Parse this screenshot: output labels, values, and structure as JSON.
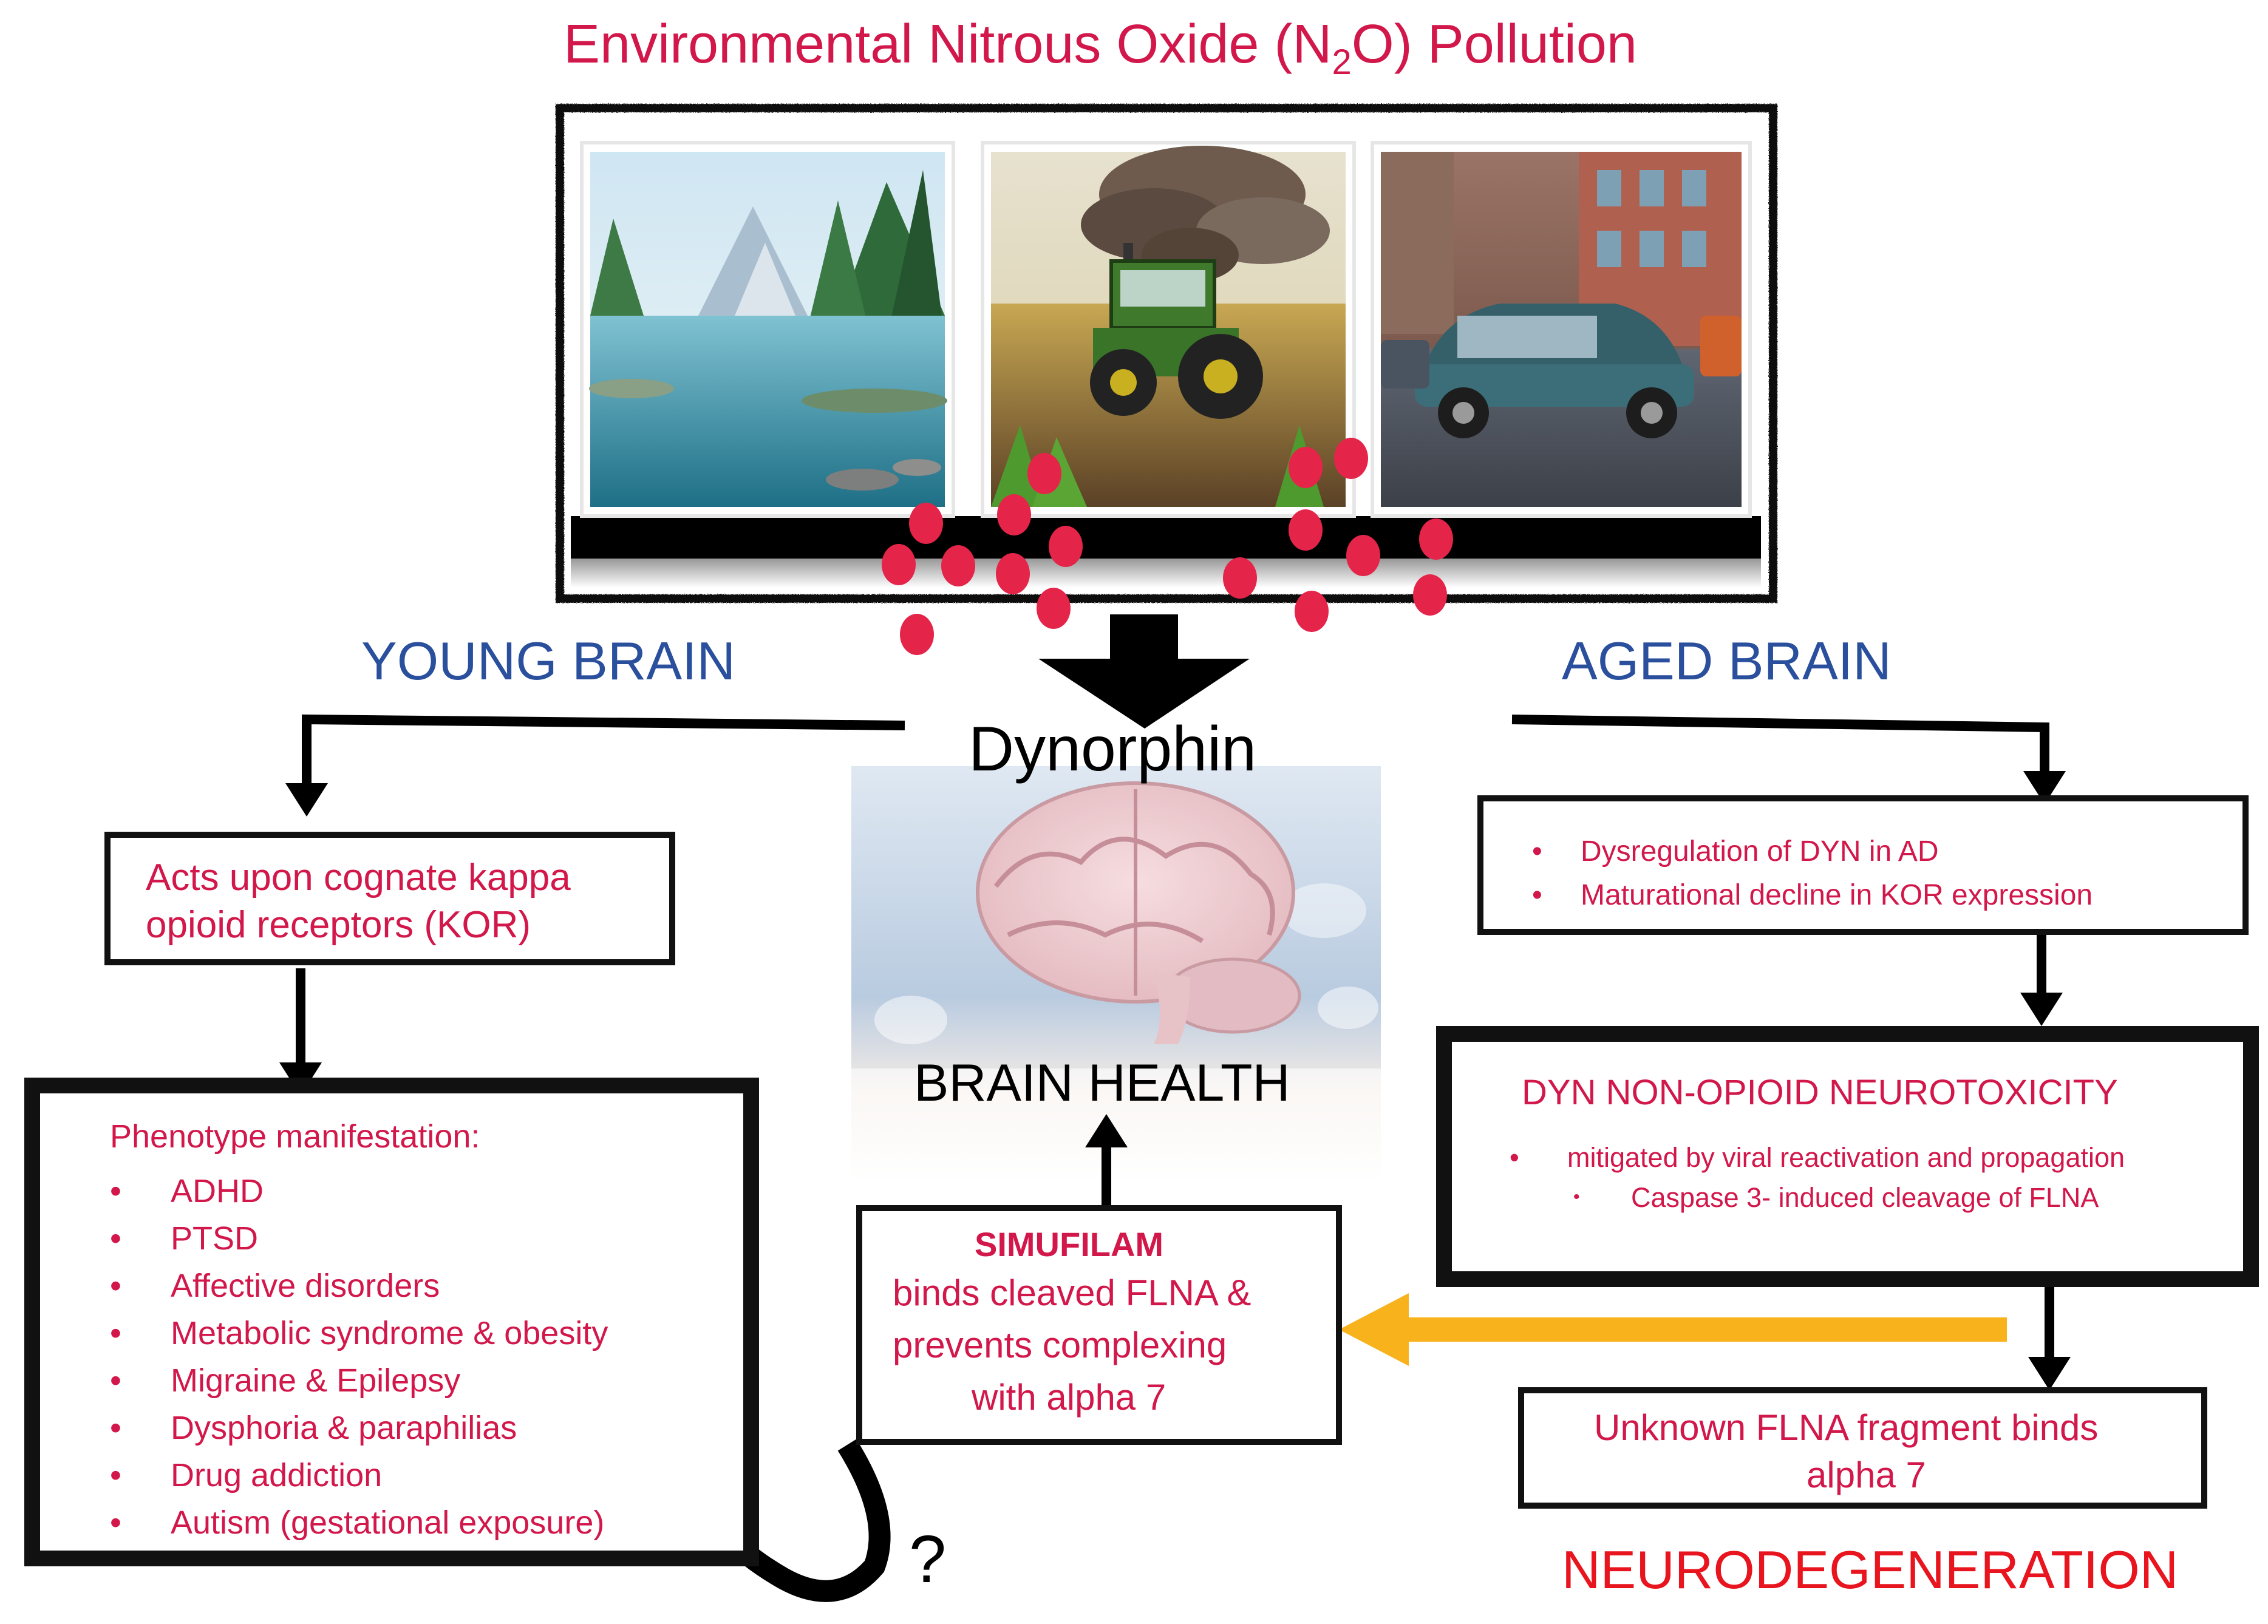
{
  "title": {
    "prefix": "Environmental Nitrous Oxide (N",
    "subscript": "2",
    "suffix": "O) Pollution"
  },
  "labels": {
    "young_brain": "YOUNG BRAIN",
    "aged_brain": "AGED BRAIN",
    "dynorphin": "Dynorphin",
    "brain_health": "BRAIN HEALTH",
    "neurodegeneration": "NEURODEGENERATION",
    "question_mark": "?"
  },
  "photos": [
    {
      "name": "lake-forest-scene"
    },
    {
      "name": "tractor-emission-scene"
    },
    {
      "name": "car-traffic-scene"
    }
  ],
  "kor_box": {
    "line1": "Acts upon cognate kappa",
    "line2": "opioid receptors (KOR)"
  },
  "phenotype_box": {
    "heading": "Phenotype manifestation:",
    "items": [
      "ADHD",
      "PTSD",
      "Affective disorders",
      "Metabolic syndrome & obesity",
      "Migraine & Epilepsy",
      "Dysphoria & paraphilias",
      "Drug addiction",
      "Autism (gestational exposure)"
    ]
  },
  "dysregulation_box": {
    "items": [
      "Dysregulation of DYN in AD",
      "Maturational decline in KOR expression"
    ]
  },
  "neurotoxicity_box": {
    "heading": "DYN NON-OPIOID NEUROTOXICITY",
    "item": "mitigated by viral reactivation and propagation",
    "subitem": "Caspase 3- induced cleavage of FLNA"
  },
  "flna_box": {
    "line1": "Unknown FLNA fragment binds",
    "line2": "alpha 7"
  },
  "simufilam_box": {
    "name": "SIMUFILAM",
    "line1": "binds cleaved FLNA &",
    "line2": "prevents complexing",
    "line3": "with alpha 7"
  },
  "colors": {
    "accent_red": "#d2174a",
    "label_blue": "#2a4f9c",
    "neuro_red": "#e8141e",
    "arrow_gold": "#f7b21c",
    "molecule_red": "#e5244a"
  }
}
